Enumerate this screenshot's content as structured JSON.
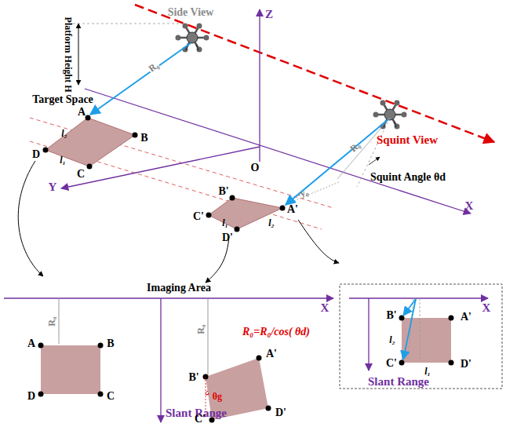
{
  "diagram": {
    "labels": [
      "Side View",
      "Z",
      "Platform Height H",
      "R₀",
      "Target Space",
      "A",
      "l₂",
      "B",
      "D",
      "l₁",
      "C",
      "Squint View",
      "O",
      "R₀",
      "Squint Angle θd",
      "-y₀",
      "X",
      "Y",
      "B'",
      "C'",
      "A'",
      "l₁",
      "D'",
      "l₂",
      "X",
      "B'",
      "A'",
      "l₂",
      "C'",
      "D'",
      "l₁",
      "Slant Range",
      "Imaging Area",
      "X",
      "R₀",
      "A",
      "B",
      "D",
      "C",
      "Slant Range",
      "R₀",
      "R₀=R₀/cos( θd)",
      "B'",
      "A'",
      "θg",
      "C'",
      "D'"
    ]
  }
}
